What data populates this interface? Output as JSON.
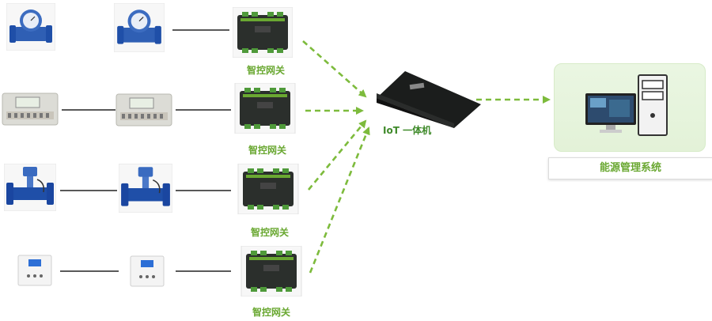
{
  "gateway_label": "智控网关",
  "hub_label": "IoT 一体机",
  "system_label": "能源管理系统",
  "device_rows": [
    {
      "device": "water-meter",
      "gateway_label": "智控网关"
    },
    {
      "device": "power-meter",
      "gateway_label": "智控网关"
    },
    {
      "device": "flow-meter",
      "gateway_label": "智控网关"
    },
    {
      "device": "smart-socket",
      "gateway_label": "智控网关"
    }
  ],
  "colors": {
    "accent": "#6aa832",
    "arrow": "#7dbb3c",
    "gateway_body": "#2b2f2c",
    "pipe_blue": "#1f4fa8",
    "panel_bg": "#e6f3dc"
  }
}
